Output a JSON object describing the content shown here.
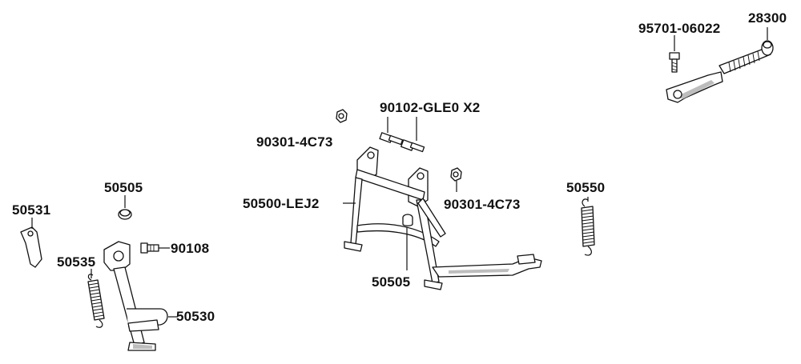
{
  "labels": {
    "p95701": "95701-06022",
    "p28300": "28300",
    "p90102": "90102-GLE0 X2",
    "p90301_left": "90301-4C73",
    "p90301_right": "90301-4C73",
    "p50505_top": "50505",
    "p50500": "50500-LEJ2",
    "p50550": "50550",
    "p50531": "50531",
    "p90108": "90108",
    "p50535": "50535",
    "p50530": "50530",
    "p50505_bottom": "50505"
  }
}
